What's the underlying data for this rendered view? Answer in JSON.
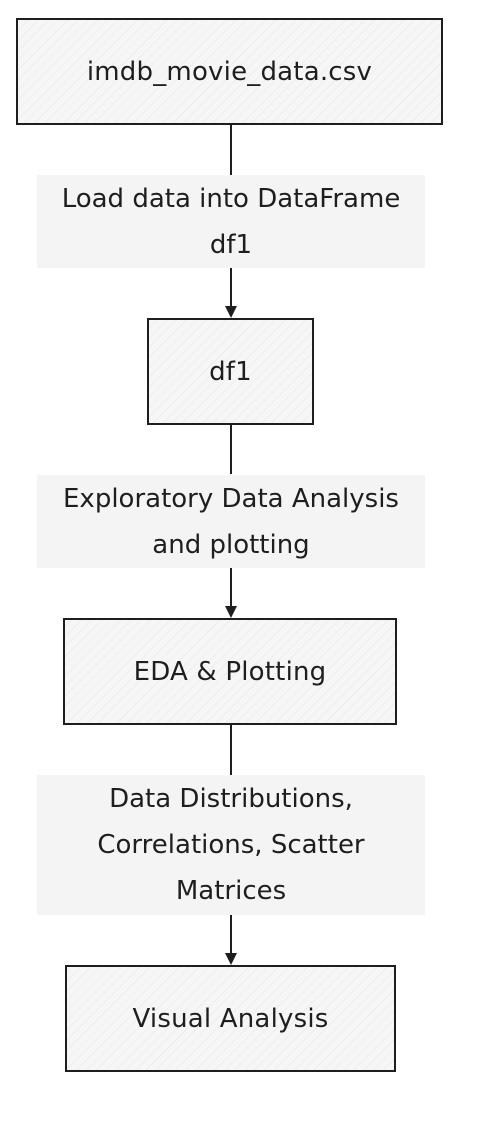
{
  "flow": {
    "nodes": [
      {
        "id": "source",
        "label": "imdb_movie_data.csv"
      },
      {
        "id": "dataframe",
        "label": "df1"
      },
      {
        "id": "eda",
        "label": "EDA & Plotting"
      },
      {
        "id": "visual",
        "label": "Visual Analysis"
      }
    ],
    "edges": [
      {
        "from": "source",
        "to": "dataframe",
        "label": "Load data into DataFrame\ndf1"
      },
      {
        "from": "dataframe",
        "to": "eda",
        "label": "Exploratory Data Analysis\nand plotting"
      },
      {
        "from": "eda",
        "to": "visual",
        "label": "Data Distributions,\nCorrelations, Scatter\nMatrices"
      }
    ]
  },
  "colors": {
    "stroke": "#1e1e1e",
    "node_fill": "#f6f6f6",
    "label_fill": "#f4f4f4"
  }
}
